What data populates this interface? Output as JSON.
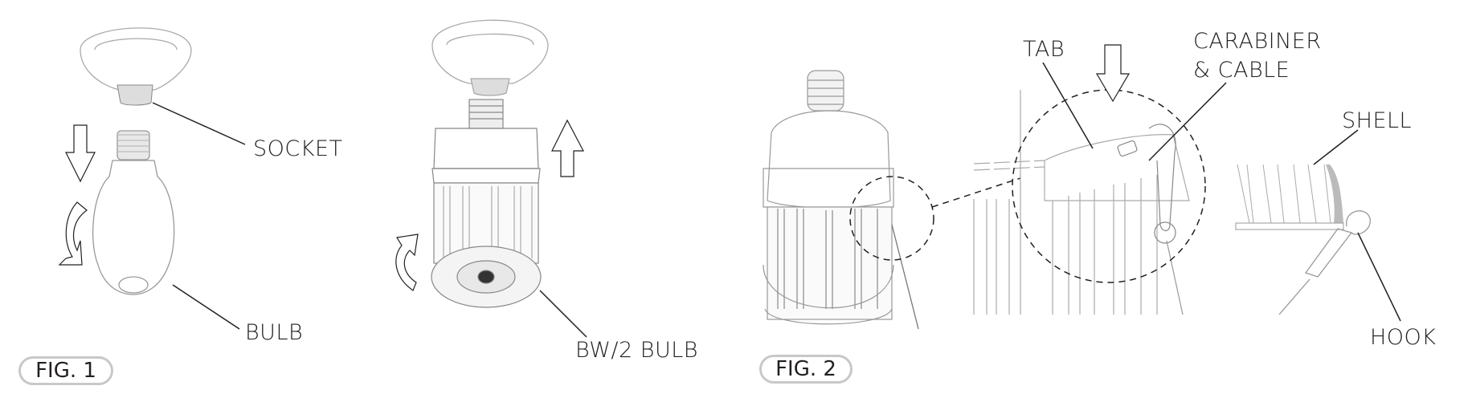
{
  "figures": [
    {
      "id": "fig1",
      "caption": "FIG. 1",
      "labels": {
        "socket": "SOCKET",
        "bulb": "BULB",
        "bw2_bulb": "BW/2 BULB"
      },
      "arrows": [
        "down-arrow",
        "rotate-counterclockwise-arrow",
        "up-arrow",
        "rotate-arrow"
      ]
    },
    {
      "id": "fig2",
      "caption": "FIG. 2",
      "labels": {
        "tab": "TAB",
        "carabiner_line1": "CARABINER",
        "carabiner_line2": "& CABLE",
        "shell": "SHELL",
        "hook": "HOOK"
      },
      "arrows": [
        "down-arrow"
      ]
    }
  ],
  "colors": {
    "ink": "#231f20",
    "line_art": "#9a9a9a",
    "pill_border": "#c8c8c8"
  }
}
